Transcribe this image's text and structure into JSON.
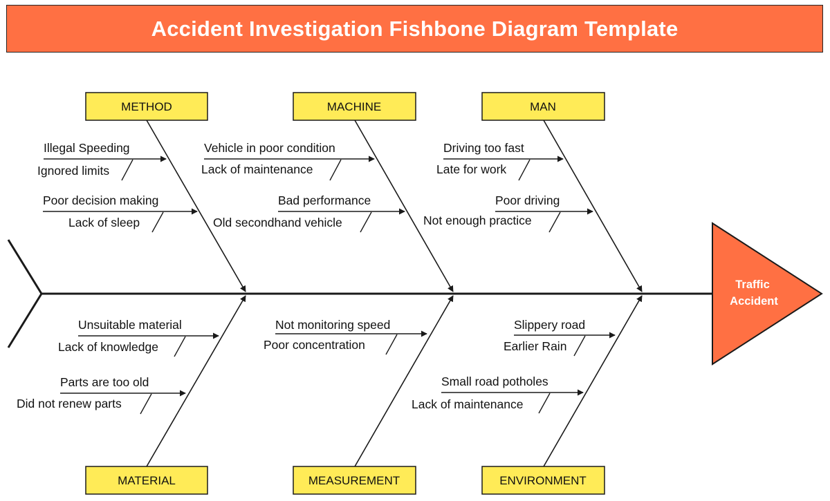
{
  "title": "Accident Investigation Fishbone Diagram Template",
  "effect": {
    "line1": "Traffic",
    "line2": "Accident"
  },
  "colors": {
    "title_bg": "#ff7043",
    "category_bg": "#ffeb57",
    "effect_bg": "#ff7043",
    "line": "#1a1a1a"
  },
  "categories": [
    {
      "name": "METHOD",
      "causes": [
        {
          "primary": "Illegal Speeding",
          "secondary": "Ignored limits"
        },
        {
          "primary": "Poor decision making",
          "secondary": "Lack of sleep"
        }
      ]
    },
    {
      "name": "MACHINE",
      "causes": [
        {
          "primary": "Vehicle in poor condition",
          "secondary": "Lack of maintenance"
        },
        {
          "primary": "Bad performance",
          "secondary": "Old secondhand vehicle"
        }
      ]
    },
    {
      "name": "MAN",
      "causes": [
        {
          "primary": "Driving too fast",
          "secondary": "Late for work"
        },
        {
          "primary": "Poor driving",
          "secondary": "Not enough practice"
        }
      ]
    },
    {
      "name": "MATERIAL",
      "causes": [
        {
          "primary": "Unsuitable material",
          "secondary": "Lack of knowledge"
        },
        {
          "primary": "Parts are too old",
          "secondary": "Did not renew parts"
        }
      ]
    },
    {
      "name": "MEASUREMENT",
      "causes": [
        {
          "primary": "Not monitoring speed",
          "secondary": "Poor concentration"
        }
      ]
    },
    {
      "name": "ENVIRONMENT",
      "causes": [
        {
          "primary": "Slippery road",
          "secondary": "Earlier Rain"
        },
        {
          "primary": "Small road potholes",
          "secondary": "Lack of maintenance"
        }
      ]
    }
  ]
}
